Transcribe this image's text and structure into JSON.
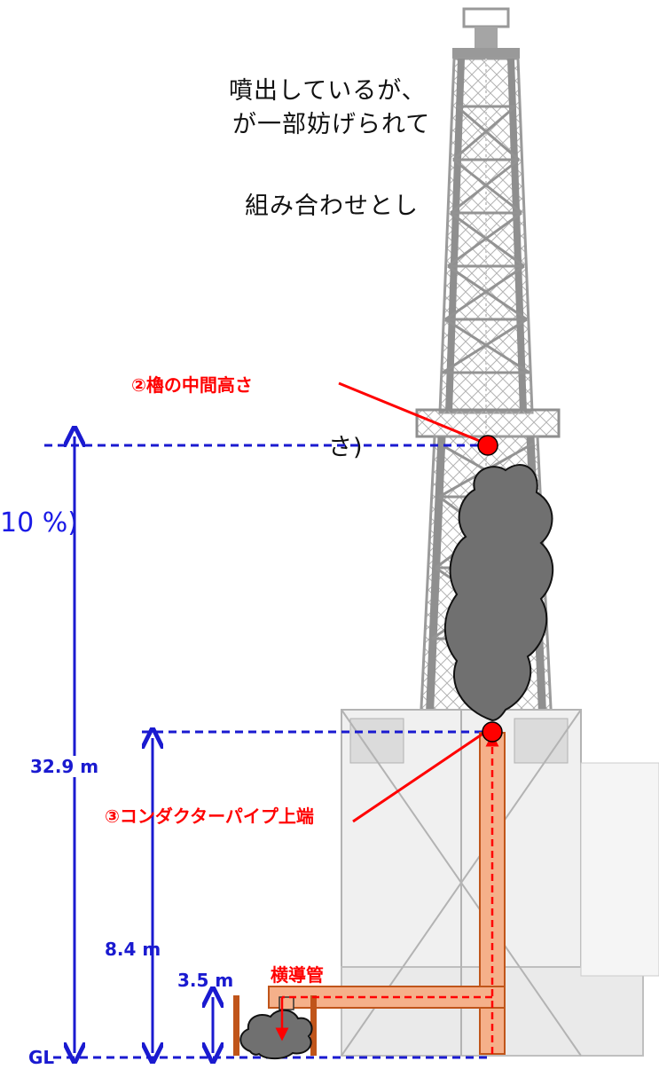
{
  "text_lines": [
    "噴出しているが、",
    "が一部妨げられて",
    "組み合わせとし",
    "さ)",
    "10 %)"
  ],
  "labels": {
    "derrick_mid": "②櫓の中間高さ",
    "conductor_top": "③コンダクターパイプ上端",
    "lateral_pipe": "横導管",
    "h_total": "32.9 m",
    "h_conductor": "8.4 m",
    "h_lateral": "3.5 m",
    "ground": "GL"
  },
  "colors": {
    "dimension_blue": "#1a1ad0",
    "marker_red": "#ff0000",
    "pipe_fill": "#f5b08a",
    "pipe_stroke": "#c0551a",
    "smoke": "#707070",
    "derrick": "#8a8a8a"
  }
}
